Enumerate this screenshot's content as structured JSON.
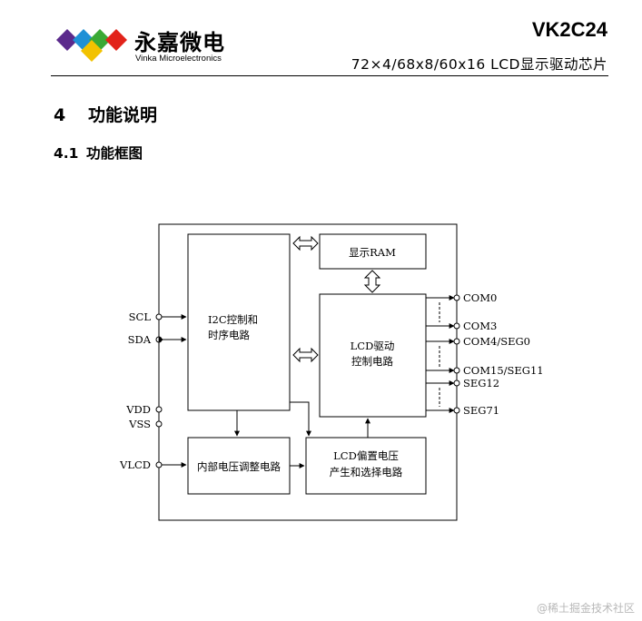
{
  "header": {
    "company_cn": "永嘉微电",
    "company_en": "Vinka Microelectronics",
    "part_number": "VK2C24",
    "subtitle": "72×4/68x8/60x16 LCD显示驱动芯片"
  },
  "section": {
    "number": "4",
    "title": "功能说明"
  },
  "subsection": {
    "number": "4.1",
    "title": "功能框图"
  },
  "diagram": {
    "blocks": {
      "i2c_line1": "I2C控制和",
      "i2c_line2": "时序电路",
      "ram": "显示RAM",
      "lcd_drive_line1": "LCD驱动",
      "lcd_drive_line2": "控制电路",
      "internal_regulator": "内部电压调整电路",
      "bias_line1": "LCD偏置电压",
      "bias_line2": "产生和选择电路"
    },
    "left_pins": [
      "SCL",
      "SDA",
      "VDD",
      "VSS",
      "VLCD"
    ],
    "right_pins": [
      "COM0",
      "COM3",
      "COM4/SEG0",
      "COM15/SEG11",
      "SEG12",
      "SEG71"
    ]
  },
  "watermark": "@稀土掘金技术社区",
  "colors": {
    "logo_purple": "#5b2a8c",
    "logo_blue": "#1e90d6",
    "logo_green": "#3aa935",
    "logo_red": "#e2231a",
    "logo_yellow": "#f2c200"
  }
}
